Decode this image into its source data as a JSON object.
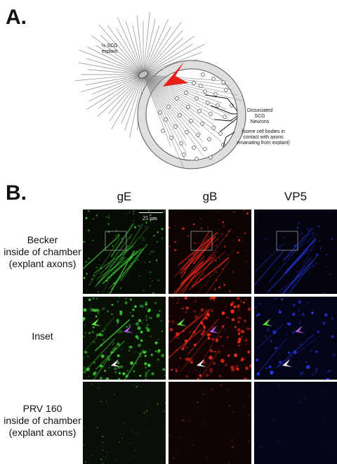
{
  "panelA": {
    "label": "A.",
    "explant_label_line1": "½ SCG",
    "explant_label_line2": "explant",
    "neurons_label": [
      "Dissociated",
      "SCG",
      "Neurons"
    ],
    "contact_note": [
      "(some cell bodies in",
      "contact with axons",
      "emanating from explant)"
    ],
    "arrow_color": "#e8201a"
  },
  "panelB": {
    "label": "B.",
    "columns": [
      "gE",
      "gB",
      "VP5"
    ],
    "rows": [
      {
        "label_lines": [
          "Becker",
          "inside of chamber",
          "(explant axons)"
        ]
      },
      {
        "label_lines": [
          "Inset"
        ]
      },
      {
        "label_lines": [
          "PRV 160",
          "inside of chamber",
          "(explant axons)"
        ]
      }
    ],
    "scale_bar": "25 µm",
    "channel_colors": {
      "gE": "#3fd23a",
      "gB": "#ff2a1e",
      "VP5": "#2a3cff"
    },
    "arrowhead_colors": {
      "green": "#5cf03a",
      "purple": "#b35ce8",
      "white": "#ffffff"
    }
  }
}
